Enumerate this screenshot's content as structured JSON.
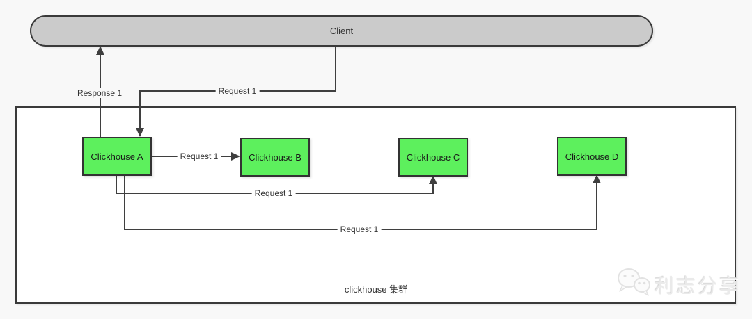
{
  "diagram": {
    "client": {
      "label": "Client",
      "fill": "#cbcbcb",
      "border": "#3a3a3a"
    },
    "cluster": {
      "label": "clickhouse 集群",
      "fill": "#ffffff",
      "border": "#3a3a3a"
    },
    "node_style": {
      "fill": "#5df05d",
      "border": "#333333"
    },
    "nodes": [
      {
        "id": "a",
        "label": "Clickhouse A"
      },
      {
        "id": "b",
        "label": "Clickhouse B"
      },
      {
        "id": "c",
        "label": "Clickhouse C"
      },
      {
        "id": "d",
        "label": "Clickhouse D"
      }
    ],
    "edges": [
      {
        "id": "response-a-to-client",
        "label": "Response 1",
        "from": "Clickhouse A",
        "to": "Client"
      },
      {
        "id": "request-client-to-a",
        "label": "Request 1",
        "from": "Client",
        "to": "Clickhouse A"
      },
      {
        "id": "request-a-to-b",
        "label": "Request 1",
        "from": "Clickhouse A",
        "to": "Clickhouse B"
      },
      {
        "id": "request-a-to-c",
        "label": "Request 1",
        "from": "Clickhouse A",
        "to": "Clickhouse C"
      },
      {
        "id": "request-a-to-d",
        "label": "Request 1",
        "from": "Clickhouse A",
        "to": "Clickhouse D"
      }
    ],
    "line_color": "#3f3f3f",
    "background": "#f8f8f8"
  },
  "watermark": {
    "text": "利志分享",
    "icon": "wechat-icon"
  }
}
